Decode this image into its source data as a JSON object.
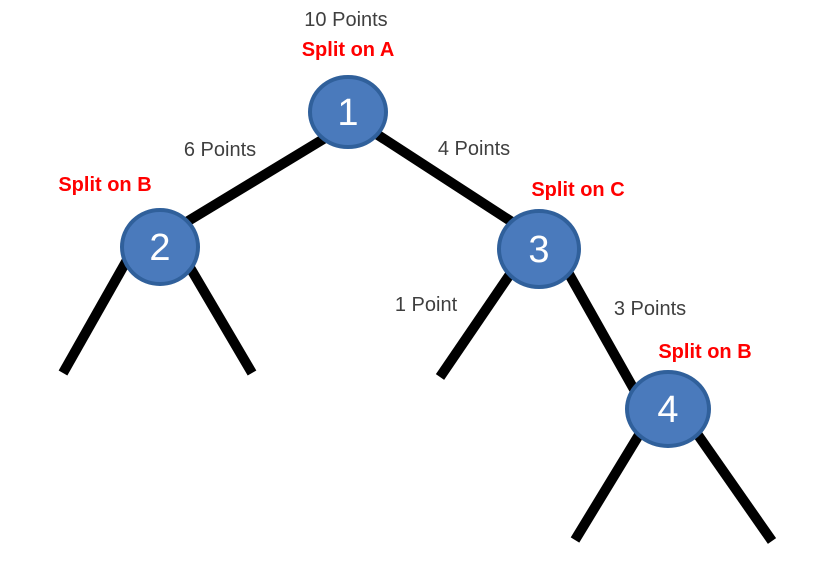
{
  "diagram": {
    "type": "decision-tree",
    "background": "#ffffff",
    "colors": {
      "node_fill": "#4a7abc",
      "node_border": "#30609b",
      "node_number_text": "#ffffff",
      "edge_line": "#000000",
      "points_text": "#3f3f3f",
      "split_text": "#ff0000"
    },
    "nodes": [
      {
        "number": "1",
        "split_label": "Split on A"
      },
      {
        "number": "2",
        "split_label": "Split on B"
      },
      {
        "number": "3",
        "split_label": "Split on C"
      },
      {
        "number": "4",
        "split_label": "Split on B"
      }
    ],
    "points_labels": {
      "root": "10 Points",
      "edge_root_to_node2": "6 Points",
      "edge_root_to_node3": "4 Points",
      "edge_node3_to_left_leaf": "1 Point",
      "edge_node3_to_node4": "3 Points"
    }
  }
}
